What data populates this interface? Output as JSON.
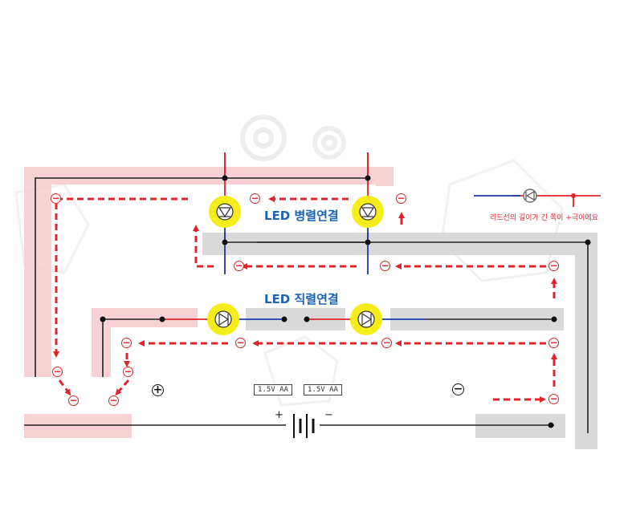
{
  "labels": {
    "parallel_title": "LED 병렬연결",
    "series_title": "LED 직렬연결",
    "legend_text": "리드선의 길이가 긴 쪽이 +극이에요",
    "battery_left": "1.5V  AA",
    "battery_right": "1.5V  AA",
    "battery_plus": "+",
    "battery_minus": "−",
    "terminal_plus": "+",
    "terminal_minus": "−",
    "minus_symbol": "−"
  },
  "colors": {
    "wire_black": "#222222",
    "wire_red": "#e0242b",
    "wire_blue": "#1c3aa9",
    "current_arrow": "#e0242b",
    "led_glow": "#f5ec1a",
    "pink_band": "#f6c9cc",
    "gray_band": "#d5d5d5",
    "title_blue": "#1b63b5"
  },
  "icons": {
    "led": "led-diode-icon",
    "battery": "battery-icon",
    "gear_watermark": "gear-icon",
    "minus_badge": "minus-circle-icon",
    "plus_badge": "plus-circle-icon"
  }
}
